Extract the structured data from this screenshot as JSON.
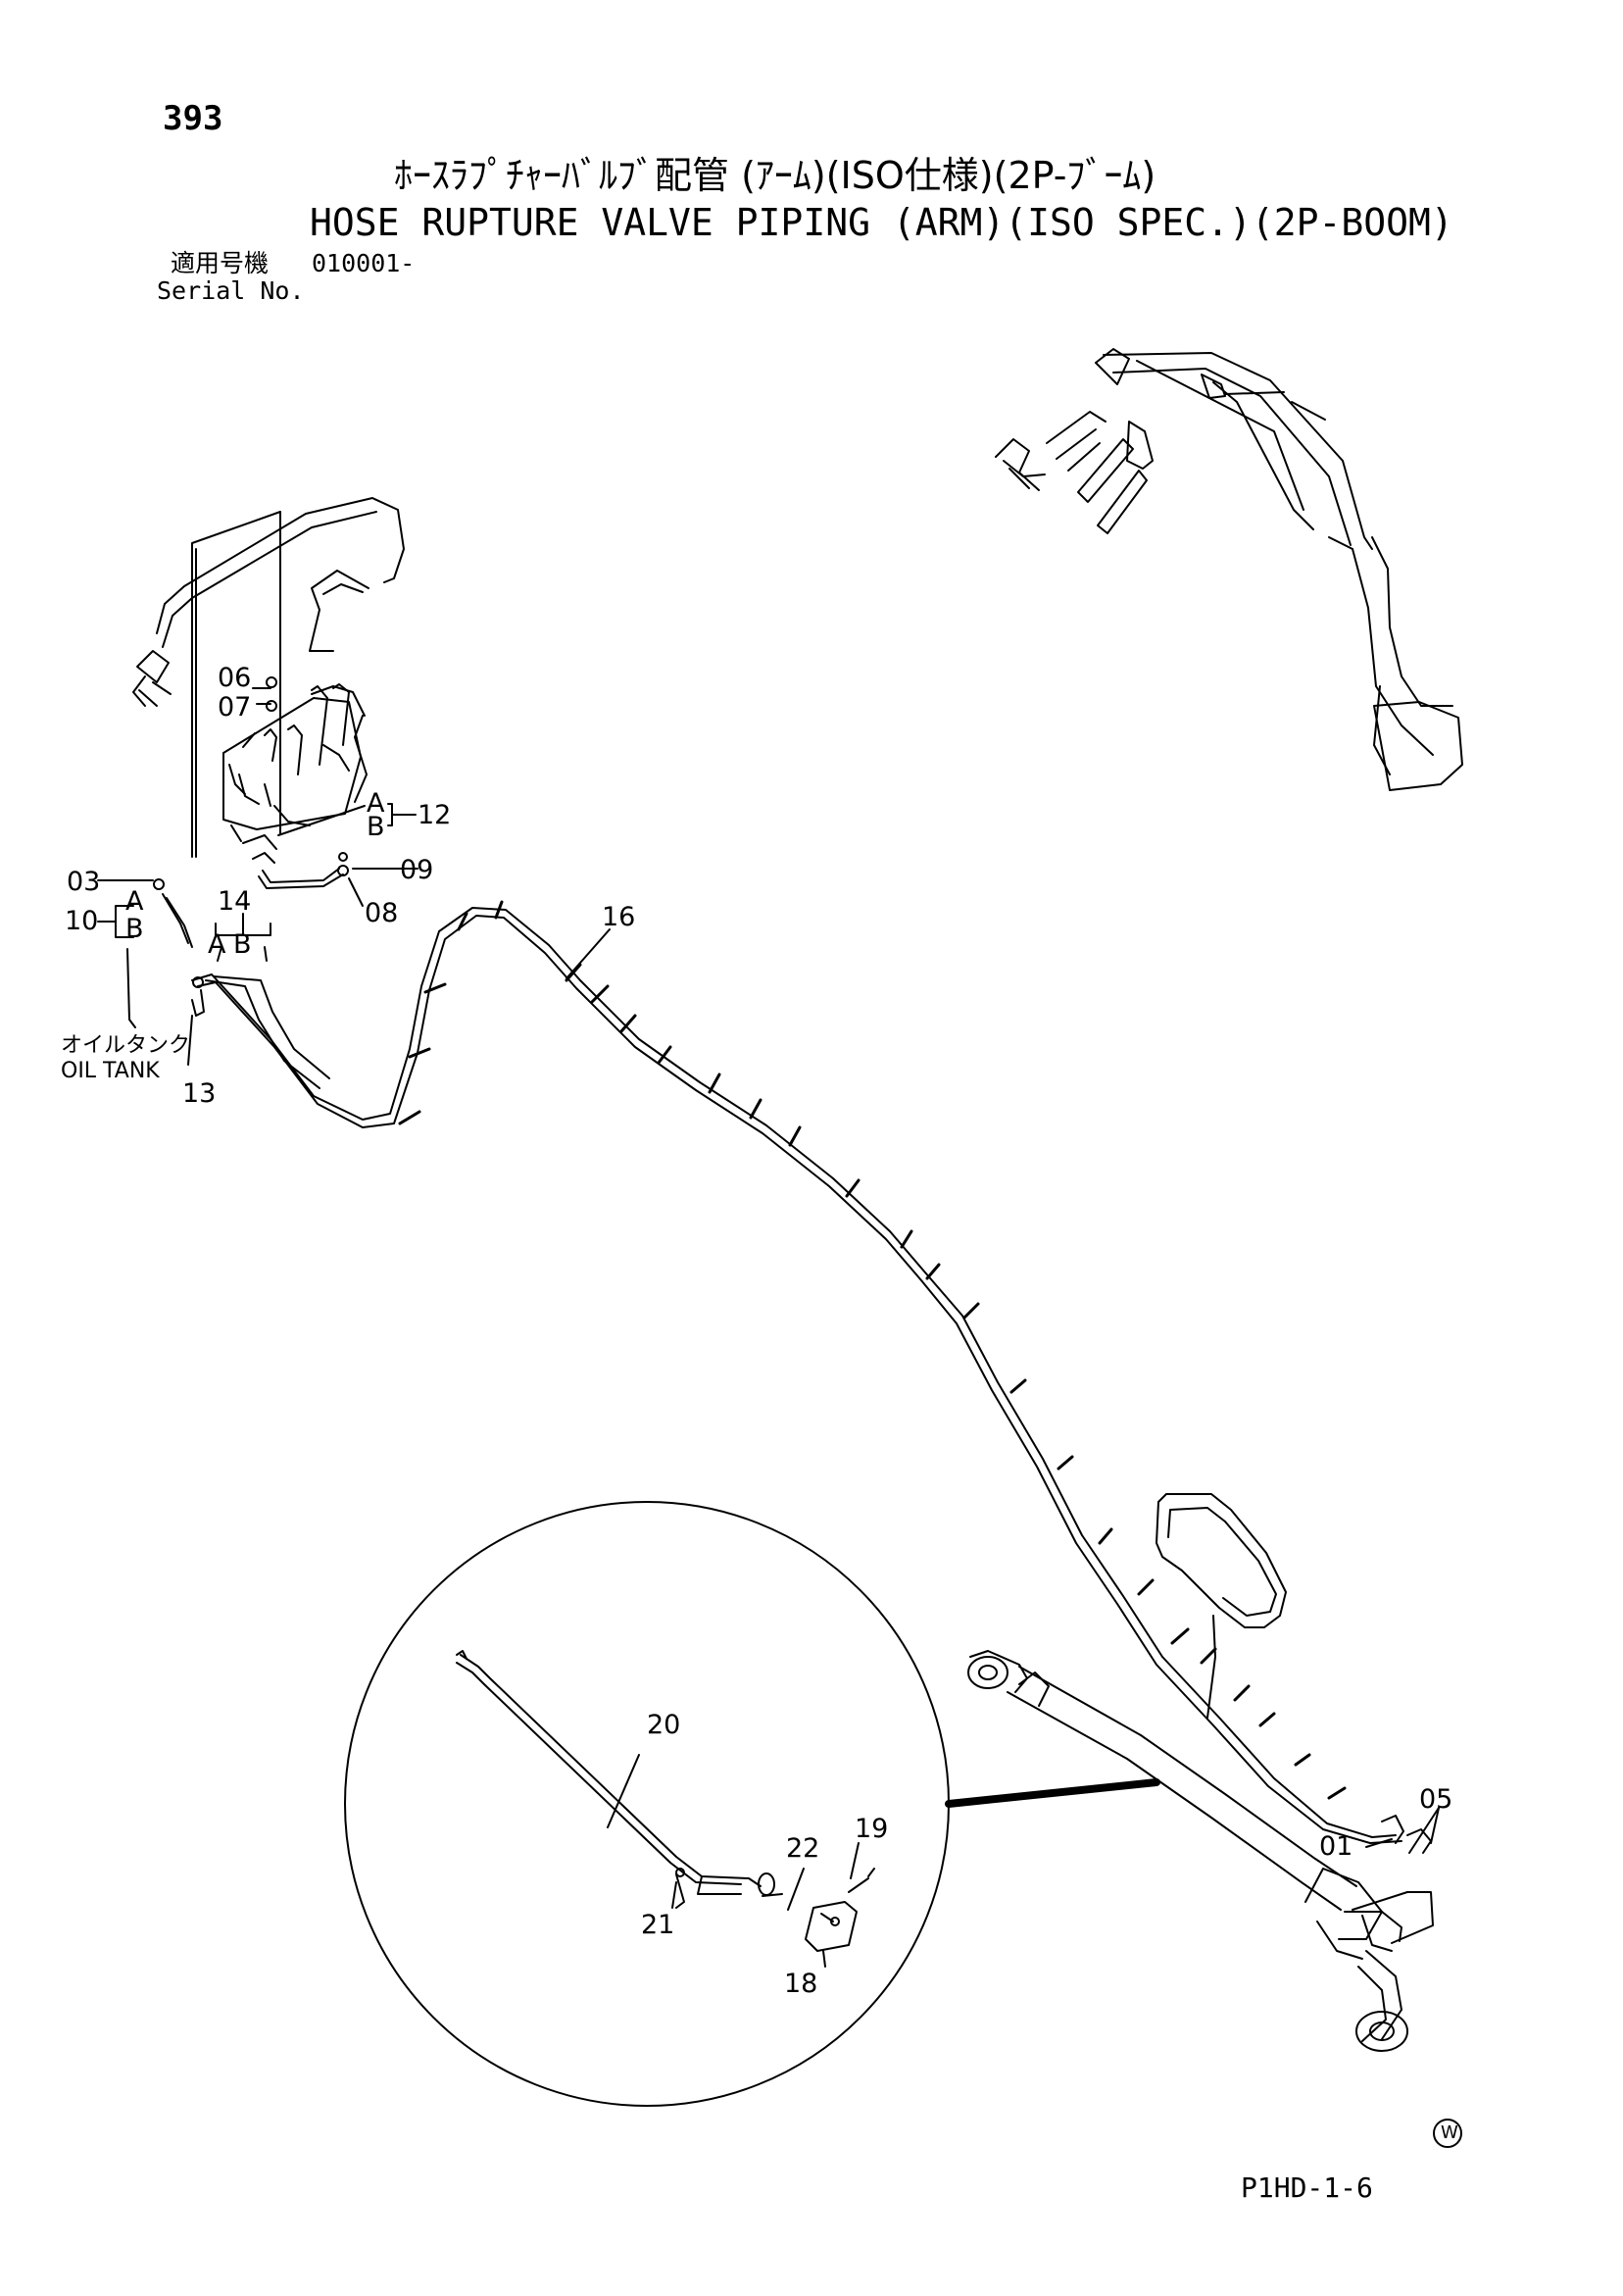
{
  "header": {
    "page_number": "393",
    "title_jp": "ﾎｰｽﾗﾌﾟﾁｬｰﾊﾞﾙﾌﾞ配管 (ｱｰﾑ)(ISO仕様)(2P-ﾌﾞｰﾑ)",
    "title_en": "HOSE RUPTURE VALVE PIPING (ARM)(ISO SPEC.)(2P-BOOM)",
    "serial_label_jp": "適用号機",
    "serial_value": "010001-",
    "serial_label_en": "Serial No."
  },
  "callouts": {
    "p06": "06",
    "p07": "07",
    "A1": "A",
    "B1": "B",
    "p12": "12",
    "p09": "09",
    "p08": "08",
    "p03": "03",
    "A2": "A",
    "p10": "10",
    "B2": "B",
    "p14": "14",
    "A3": "A",
    "B3": "B",
    "p16": "16",
    "oil_tank_jp": "オイルタンク",
    "oil_tank_en": "OIL TANK",
    "p13": "13",
    "p20": "20",
    "p22": "22",
    "p19": "19",
    "p21": "21",
    "p18": "18",
    "p01": "01",
    "p05": "05"
  },
  "footer": {
    "watermark_symbol": "W",
    "code": "P1HD-1-6"
  }
}
